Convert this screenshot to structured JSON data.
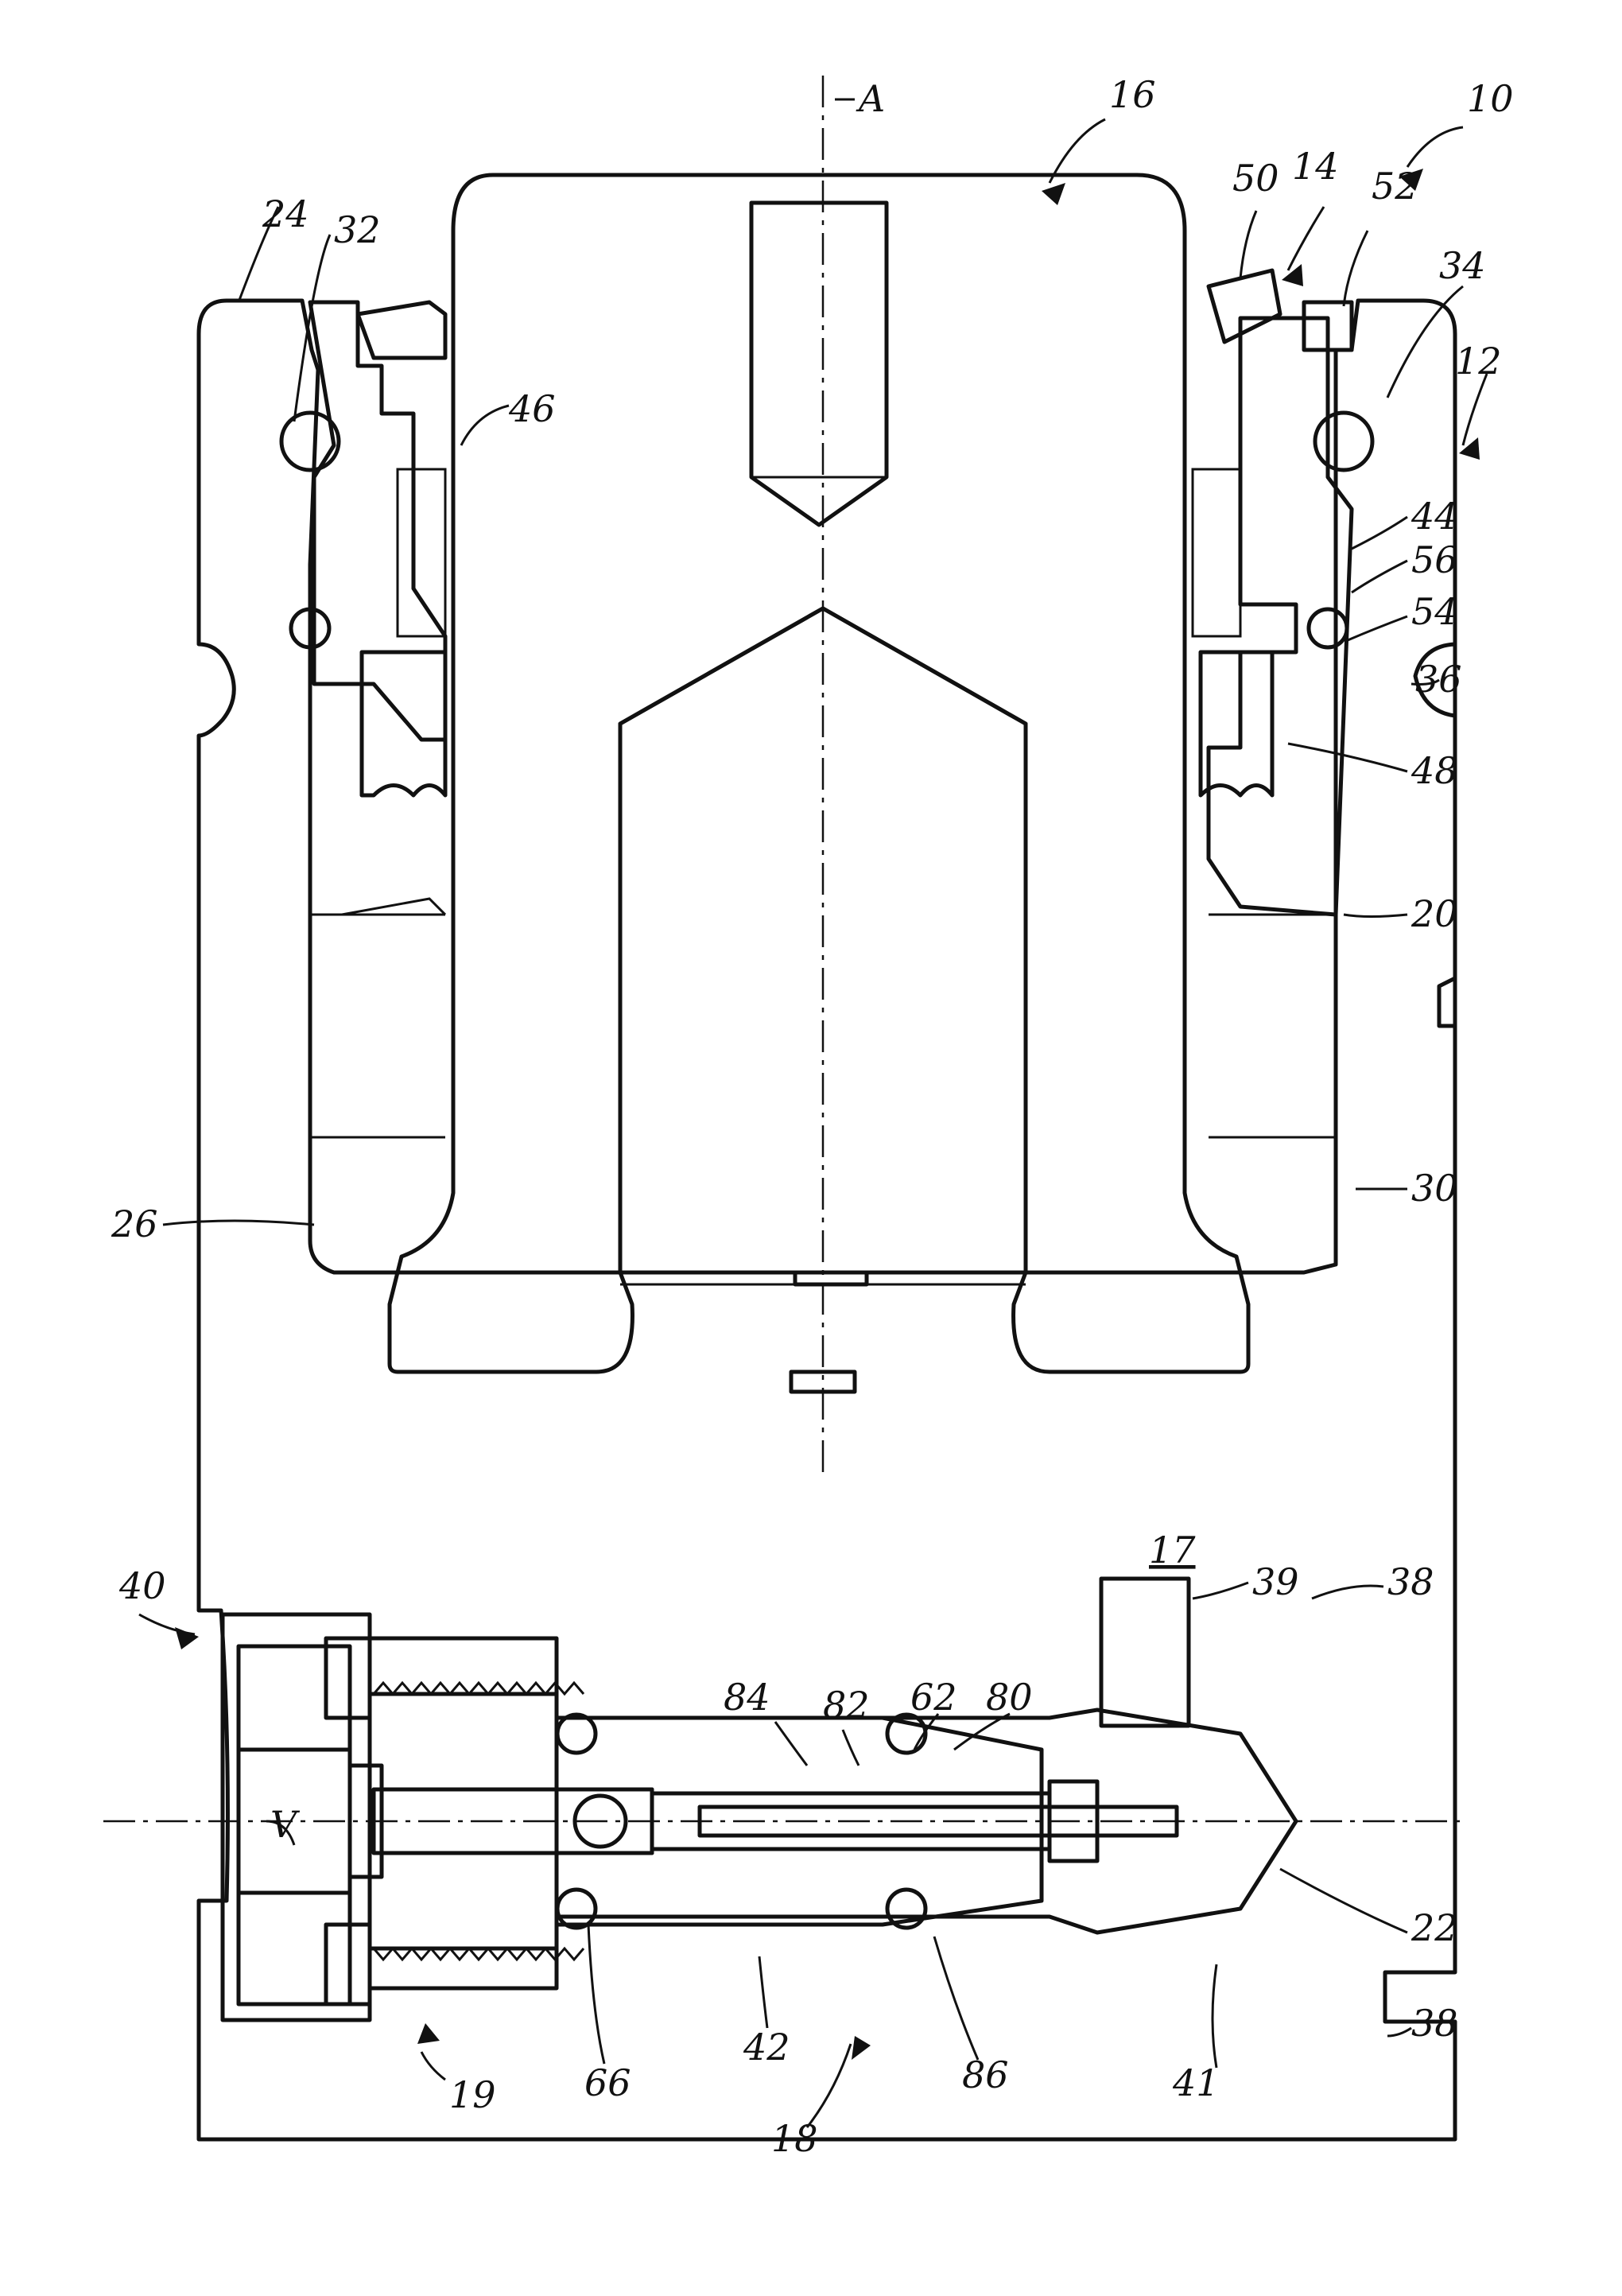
{
  "figure": {
    "axis_label": "A",
    "chamber_label": "17",
    "view_label": "V",
    "labels": {
      "l10": "10",
      "l12": "12",
      "l14": "14",
      "l16": "16",
      "l18": "18",
      "l19": "19",
      "l20": "20",
      "l22": "22",
      "l24": "24",
      "l26": "26",
      "l30": "30",
      "l32": "32",
      "l34": "34",
      "l36": "36",
      "l38a": "38",
      "l38b": "38",
      "l39": "39",
      "l40": "40",
      "l41": "41",
      "l42": "42",
      "l44": "44",
      "l46": "46",
      "l48": "48",
      "l50": "50",
      "l52": "52",
      "l54": "54",
      "l56": "56",
      "l62": "62",
      "l66": "66",
      "l80": "80",
      "l82": "82",
      "l84": "84",
      "l86": "86"
    }
  }
}
